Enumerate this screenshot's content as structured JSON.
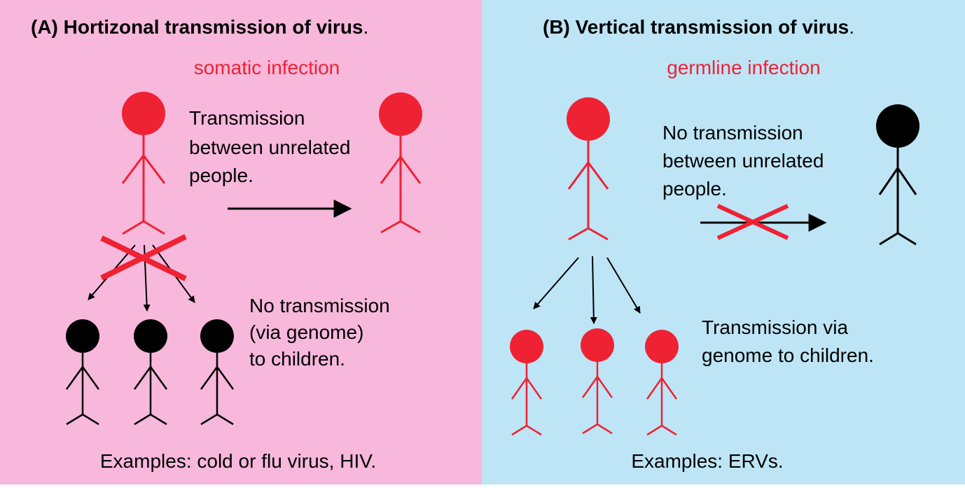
{
  "colors": {
    "panel_a_bg": "#f7b8dc",
    "panel_b_bg": "#bee5f6",
    "infected": "#ee2233",
    "healthy": "#000000"
  },
  "panel_a": {
    "title": "(A) Hortizonal transmission of virus",
    "title_period": ".",
    "subtitle": "somatic infection",
    "unrelated_text": [
      "Transmission",
      "between unrelated",
      "people."
    ],
    "children_text": [
      "No transmission",
      "(via genome)",
      "to children."
    ],
    "examples": "Examples: cold or flu virus, HIV."
  },
  "panel_b": {
    "title": "(B) Vertical transmission of virus",
    "title_period": ".",
    "subtitle": "germline infection",
    "unrelated_text": [
      "No transmission",
      "between unrelated",
      "people."
    ],
    "children_text": [
      "Transmission via",
      "genome to children."
    ],
    "examples": "Examples: ERVs."
  }
}
